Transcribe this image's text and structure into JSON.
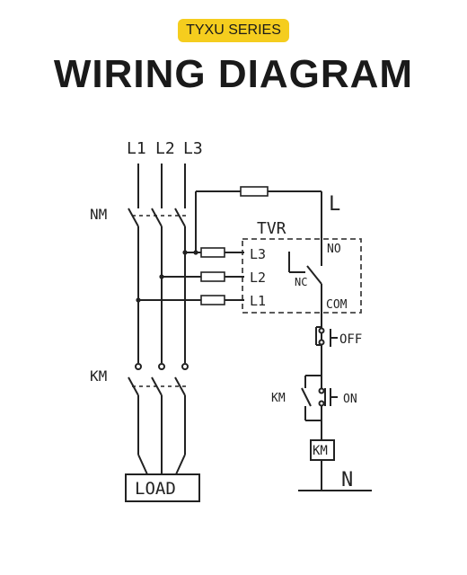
{
  "header": {
    "series_badge": "TYXU SERIES",
    "title": "WIRING DIAGRAM"
  },
  "diagram": {
    "phase_labels": [
      "L1",
      "L2",
      "L3"
    ],
    "breaker_label": "NM",
    "contactor_label": "KM",
    "load_label": "LOAD",
    "relay_label": "TVR",
    "relay_inputs": [
      "L3",
      "L2",
      "L1"
    ],
    "relay_contacts": {
      "no": "NO",
      "nc": "NC",
      "com": "COM"
    },
    "line_label": "L",
    "neutral_label": "N",
    "off_button_label": "OFF",
    "on_button_label": "ON",
    "aux_contact_label": "KM",
    "coil_label": "KM",
    "colors": {
      "accent": "#f5cd1e",
      "relay_box": "#d9d9d9"
    }
  }
}
